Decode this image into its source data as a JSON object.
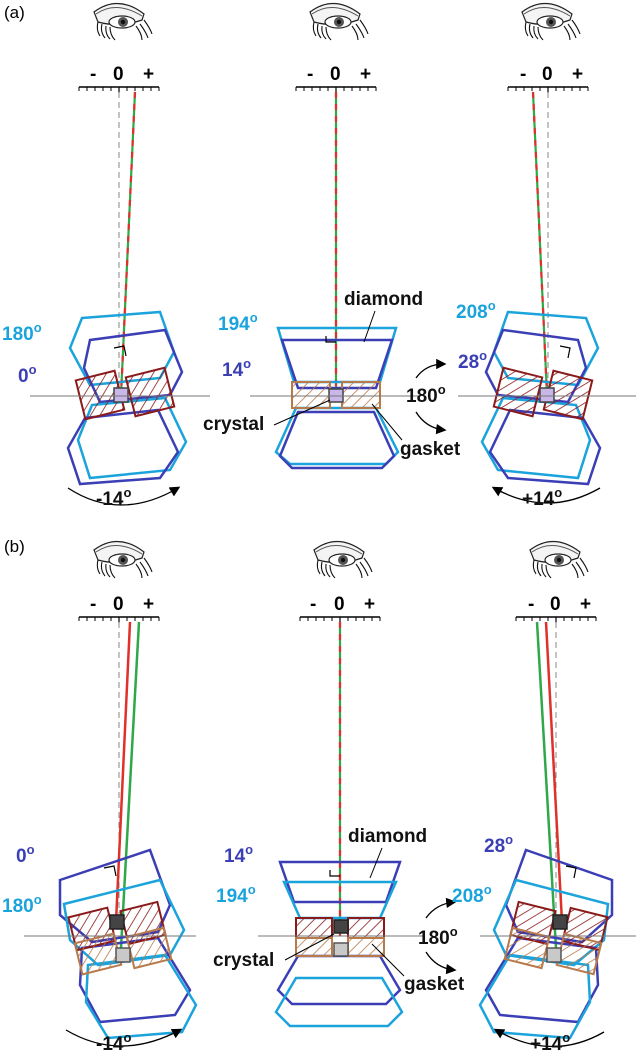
{
  "panels": [
    {
      "label": "(a)",
      "views": [
        {
          "angle_light": "180",
          "angle_dark": "0",
          "rotation": "-14",
          "scale_minus": "-",
          "scale_zero": "0",
          "scale_plus": "+"
        },
        {
          "angle_light": "194",
          "angle_dark": "14",
          "scale_minus": "-",
          "scale_zero": "0",
          "scale_plus": "+",
          "label_diamond": "diamond",
          "label_crystal": "crystal",
          "label_gasket": "gasket",
          "label_flip": "180"
        },
        {
          "angle_light": "208",
          "angle_dark": "28",
          "rotation": "+14",
          "scale_minus": "-",
          "scale_zero": "0",
          "scale_plus": "+"
        }
      ]
    },
    {
      "label": "(b)",
      "views": [
        {
          "angle_light": "180",
          "angle_dark": "0",
          "rotation": "-14",
          "scale_minus": "-",
          "scale_zero": "0",
          "scale_plus": "+"
        },
        {
          "angle_light": "194",
          "angle_dark": "14",
          "scale_minus": "-",
          "scale_zero": "0",
          "scale_plus": "+",
          "label_diamond": "diamond",
          "label_crystal": "crystal",
          "label_gasket": "gasket",
          "label_flip": "180"
        },
        {
          "angle_light": "208",
          "angle_dark": "28",
          "rotation": "+14",
          "scale_minus": "-",
          "scale_zero": "0",
          "scale_plus": "+"
        }
      ]
    }
  ],
  "degree_symbol": "o",
  "colors": {
    "diamond_light": "#1ba3dc",
    "diamond_dark": "#3b3fb5",
    "gasket_light": "#b87a4b",
    "gasket_dark": "#8b1a1a",
    "beam_red": "#e0302a",
    "beam_green": "#2fa84a",
    "crystal_light": "#c9b7e8",
    "crystal_dark": "#444444"
  }
}
